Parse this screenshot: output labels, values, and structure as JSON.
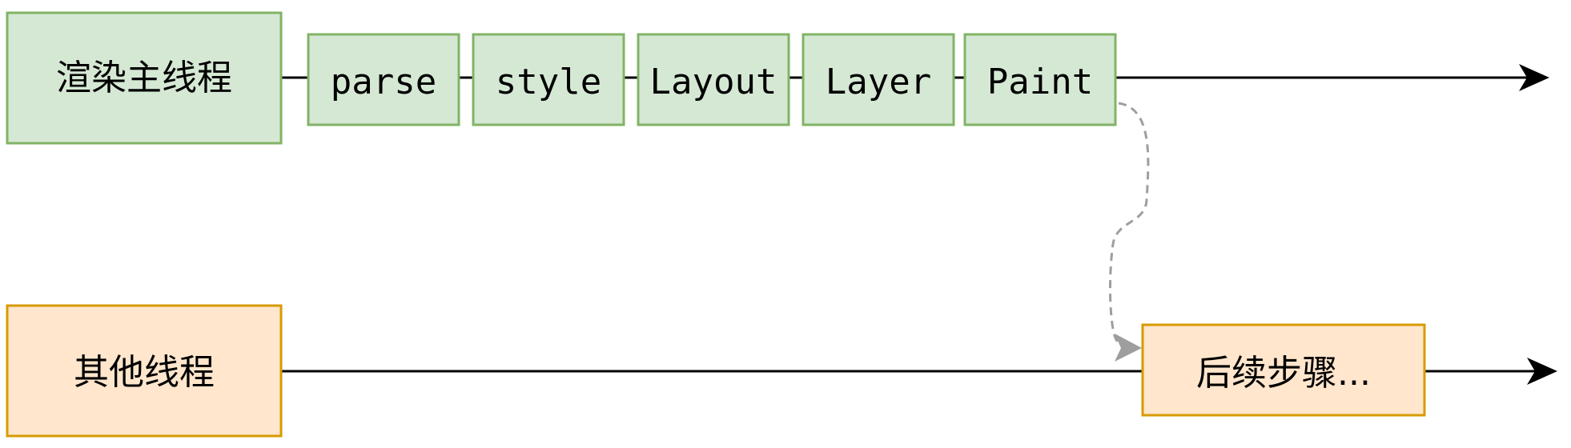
{
  "threads": {
    "render": {
      "label": "渲染主线程"
    },
    "other": {
      "label": "其他线程"
    }
  },
  "steps": [
    {
      "label": "parse"
    },
    {
      "label": "style"
    },
    {
      "label": "Layout"
    },
    {
      "label": "Layer"
    },
    {
      "label": "Paint"
    }
  ],
  "followup": {
    "label": "后续步骤..."
  },
  "colors": {
    "green_fill": "#d5e8d4",
    "green_stroke": "#82b366",
    "orange_fill": "#ffe6cc",
    "orange_stroke": "#d79b00",
    "line": "#000000",
    "dashed": "#9e9e9e"
  }
}
